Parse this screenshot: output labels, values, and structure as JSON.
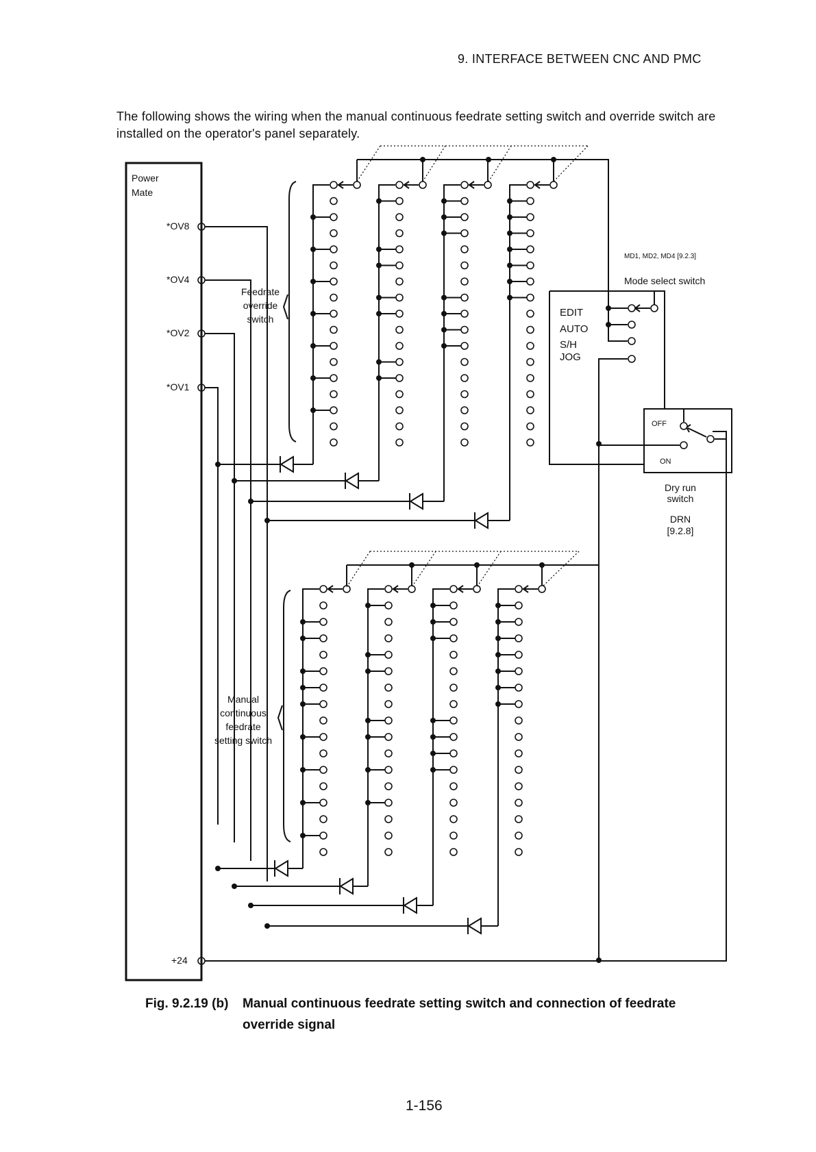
{
  "header": {
    "section": "9.  INTERFACE BETWEEN CNC AND PMC"
  },
  "intro": "The following shows the wiring when the manual continuous feedrate setting switch and override switch are installed on the operator's panel separately.",
  "diagram": {
    "power_mate": {
      "label_line1": "Power",
      "label_line2": "Mate"
    },
    "terminals": [
      "*OV8",
      "*OV4",
      "*OV2",
      "*OV1"
    ],
    "plus24": "+24",
    "feedrate_override_label": [
      "Feedrate",
      "override",
      "switch"
    ],
    "manual_label": [
      "Manual",
      "continuous",
      "feedrate",
      "setting switch"
    ],
    "mode_switch": {
      "ref": "MD1, MD2, MD4 [9.2.3]",
      "title": "Mode select switch",
      "modes": [
        "EDIT",
        "AUTO",
        "S/H",
        "JOG"
      ]
    },
    "dry_run": {
      "off": "OFF",
      "on": "ON",
      "label_line1": "Dry run",
      "label_line2": "switch",
      "signal": "DRN",
      "ref": "[9.2.8]"
    }
  },
  "caption": {
    "number": "Fig. 9.2.19 (b)",
    "line1": "Manual continuous feedrate setting switch and connection of feedrate",
    "line2": "override signal"
  },
  "page_number": "1-156"
}
